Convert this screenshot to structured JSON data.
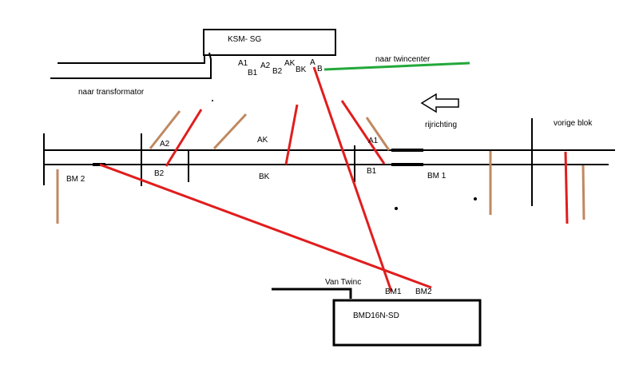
{
  "boxes": {
    "ksm": "KSM- SG",
    "bmd": "BMD16N-SD"
  },
  "ksm_terminals": {
    "a1": "A1",
    "b1": "B1",
    "a2": "A2",
    "b2": "B2",
    "ak": "AK",
    "bk": "BK",
    "a": "A",
    "b": "B"
  },
  "wires": {
    "transformer": "naar transformator",
    "twincenter": "naar twincenter",
    "van_twinc": "Van Twinc"
  },
  "track": {
    "a2": "A2",
    "ak": "AK",
    "a1": "A1",
    "b2": "B2",
    "bk": "BK",
    "b1": "B1",
    "bm2": "BM 2",
    "bm1": "BM 1",
    "direction": "rijrichting",
    "prev_block": "vorige blok"
  },
  "bmd_terminals": {
    "bm1": "BM1",
    "bm2": "BM2"
  },
  "colors": {
    "wire_black": "#000000",
    "feeder_red": "#e11d1d",
    "twincenter_green": "#22a83a",
    "sleeper_brown": "#c08860"
  }
}
